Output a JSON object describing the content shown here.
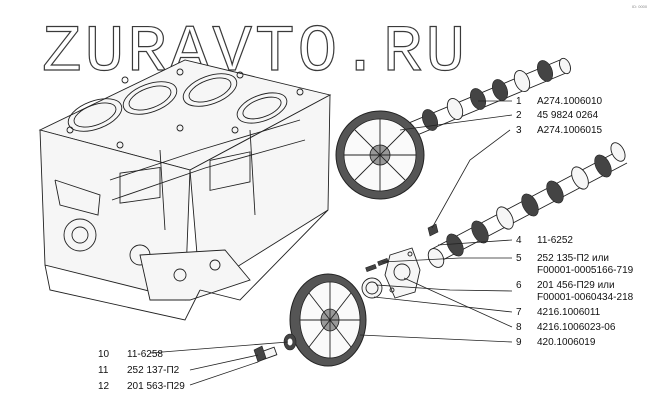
{
  "watermark": "ZURAVTO.RU",
  "corner_tag": "ID: 0000",
  "callouts": [
    {
      "num": "1",
      "part": "А274.1006010"
    },
    {
      "num": "2",
      "part": "45 9824 0264"
    },
    {
      "num": "3",
      "part": "А274.1006015"
    },
    {
      "num": "4",
      "part": "11-6252"
    },
    {
      "num": "5",
      "part": "252 135-П2 или",
      "part2": "F00001-0005166-719"
    },
    {
      "num": "6",
      "part": "201 456-П29 или",
      "part2": "F00001-0060434-218"
    },
    {
      "num": "7",
      "part": "4216.1006011"
    },
    {
      "num": "8",
      "part": "4216.1006023-06"
    },
    {
      "num": "9",
      "part": "420.1006019"
    },
    {
      "num": "10",
      "part": "11-6258"
    },
    {
      "num": "11",
      "part": "252 137-П2"
    },
    {
      "num": "12",
      "part": "201 563-П29"
    }
  ]
}
